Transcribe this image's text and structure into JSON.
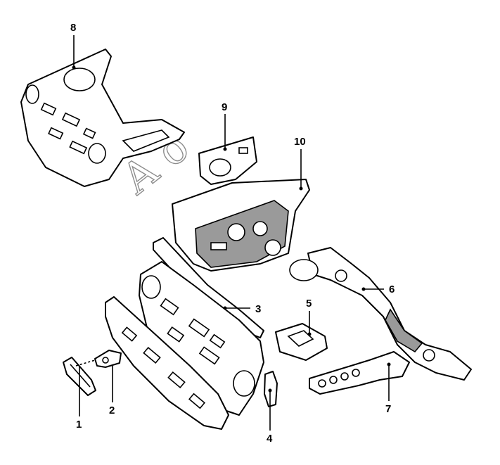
{
  "diagram": {
    "callouts": [
      {
        "id": "1",
        "label": "1"
      },
      {
        "id": "2",
        "label": "2"
      },
      {
        "id": "3",
        "label": "3"
      },
      {
        "id": "4",
        "label": "4"
      },
      {
        "id": "5",
        "label": "5"
      },
      {
        "id": "6",
        "label": "6"
      },
      {
        "id": "7",
        "label": "7"
      },
      {
        "id": "8",
        "label": "8"
      },
      {
        "id": "9",
        "label": "9"
      },
      {
        "id": "10",
        "label": "10"
      }
    ],
    "watermark": {
      "text": "A    o"
    },
    "colors": {
      "line": "#000000",
      "shade": "#9a9a9a",
      "watermark": "#8c8c8c"
    }
  }
}
